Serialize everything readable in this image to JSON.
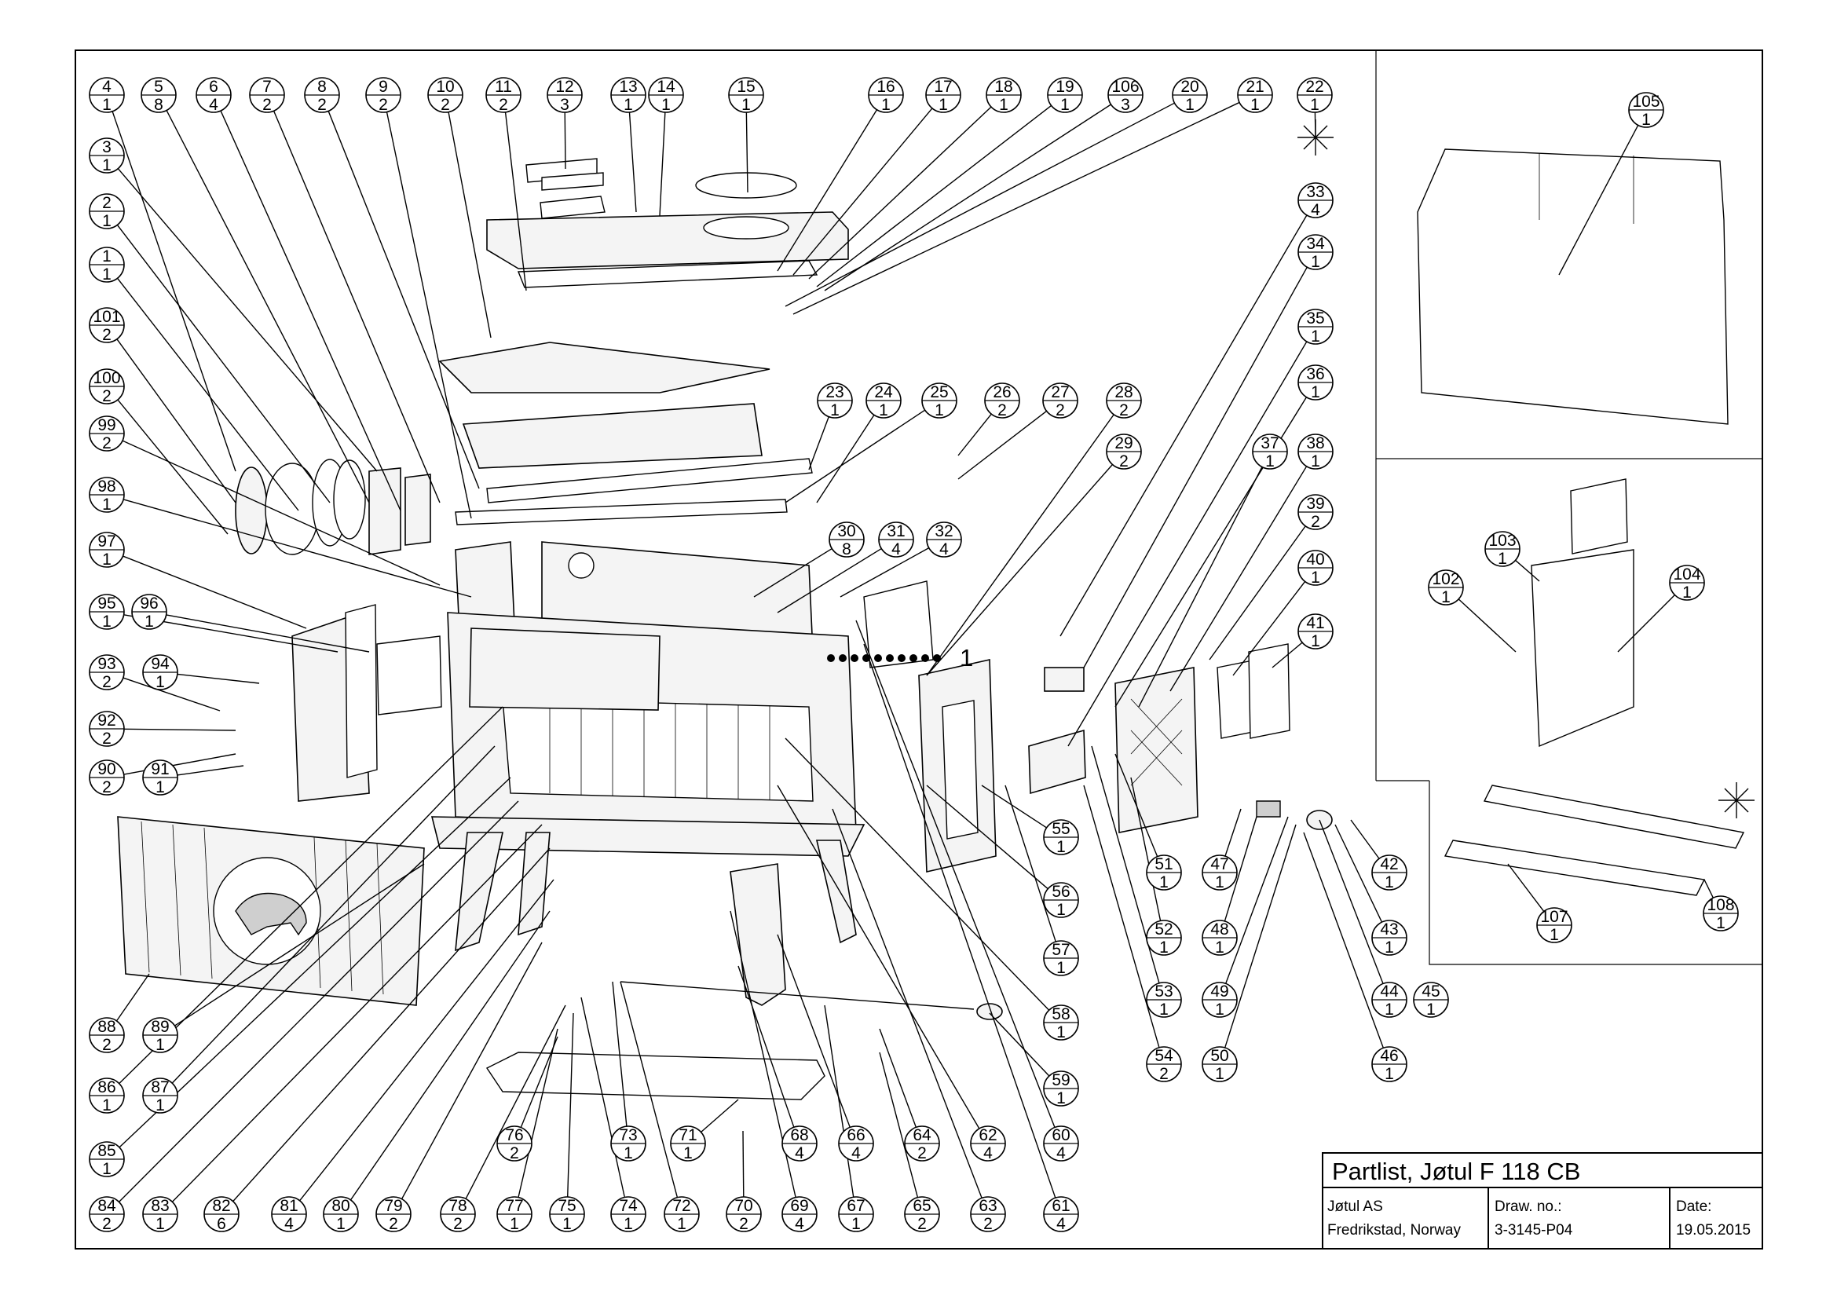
{
  "title_block": {
    "title": "Partlist, Jøtul F  118 CB",
    "company": "Jøtul AS",
    "location": "Fredrikstad, Norway",
    "drawing_number_label": "Draw. no.:",
    "drawing_number": "3-3145-P04",
    "date_label": "Date:",
    "date": "19.05.2015"
  },
  "assembly_marker": "1",
  "balloons": [
    {
      "num": "4",
      "qty": "1"
    },
    {
      "num": "5",
      "qty": "8"
    },
    {
      "num": "6",
      "qty": "4"
    },
    {
      "num": "7",
      "qty": "2"
    },
    {
      "num": "8",
      "qty": "2"
    },
    {
      "num": "9",
      "qty": "2"
    },
    {
      "num": "10",
      "qty": "2"
    },
    {
      "num": "11",
      "qty": "2"
    },
    {
      "num": "12",
      "qty": "3"
    },
    {
      "num": "13",
      "qty": "1"
    },
    {
      "num": "14",
      "qty": "1"
    },
    {
      "num": "15",
      "qty": "1"
    },
    {
      "num": "16",
      "qty": "1"
    },
    {
      "num": "17",
      "qty": "1"
    },
    {
      "num": "18",
      "qty": "1"
    },
    {
      "num": "19",
      "qty": "1"
    },
    {
      "num": "106",
      "qty": "3"
    },
    {
      "num": "20",
      "qty": "1"
    },
    {
      "num": "21",
      "qty": "1"
    },
    {
      "num": "22",
      "qty": "1"
    },
    {
      "num": "3",
      "qty": "1"
    },
    {
      "num": "2",
      "qty": "1"
    },
    {
      "num": "1",
      "qty": "1"
    },
    {
      "num": "101",
      "qty": "2"
    },
    {
      "num": "100",
      "qty": "2"
    },
    {
      "num": "99",
      "qty": "2"
    },
    {
      "num": "98",
      "qty": "1"
    },
    {
      "num": "97",
      "qty": "1"
    },
    {
      "num": "95",
      "qty": "1"
    },
    {
      "num": "96",
      "qty": "1"
    },
    {
      "num": "93",
      "qty": "2"
    },
    {
      "num": "94",
      "qty": "1"
    },
    {
      "num": "92",
      "qty": "2"
    },
    {
      "num": "90",
      "qty": "2"
    },
    {
      "num": "91",
      "qty": "1"
    },
    {
      "num": "88",
      "qty": "2"
    },
    {
      "num": "89",
      "qty": "1"
    },
    {
      "num": "86",
      "qty": "1"
    },
    {
      "num": "87",
      "qty": "1"
    },
    {
      "num": "85",
      "qty": "1"
    },
    {
      "num": "84",
      "qty": "2"
    },
    {
      "num": "83",
      "qty": "1"
    },
    {
      "num": "82",
      "qty": "6"
    },
    {
      "num": "81",
      "qty": "4"
    },
    {
      "num": "80",
      "qty": "1"
    },
    {
      "num": "79",
      "qty": "2"
    },
    {
      "num": "78",
      "qty": "2"
    },
    {
      "num": "77",
      "qty": "1"
    },
    {
      "num": "75",
      "qty": "1"
    },
    {
      "num": "74",
      "qty": "1"
    },
    {
      "num": "72",
      "qty": "1"
    },
    {
      "num": "70",
      "qty": "2"
    },
    {
      "num": "69",
      "qty": "4"
    },
    {
      "num": "67",
      "qty": "1"
    },
    {
      "num": "65",
      "qty": "2"
    },
    {
      "num": "63",
      "qty": "2"
    },
    {
      "num": "61",
      "qty": "4"
    },
    {
      "num": "76",
      "qty": "2"
    },
    {
      "num": "73",
      "qty": "1"
    },
    {
      "num": "71",
      "qty": "1"
    },
    {
      "num": "68",
      "qty": "4"
    },
    {
      "num": "66",
      "qty": "4"
    },
    {
      "num": "64",
      "qty": "2"
    },
    {
      "num": "62",
      "qty": "4"
    },
    {
      "num": "60",
      "qty": "4"
    },
    {
      "num": "59",
      "qty": "1"
    },
    {
      "num": "58",
      "qty": "1"
    },
    {
      "num": "57",
      "qty": "1"
    },
    {
      "num": "56",
      "qty": "1"
    },
    {
      "num": "55",
      "qty": "1"
    },
    {
      "num": "23",
      "qty": "1"
    },
    {
      "num": "24",
      "qty": "1"
    },
    {
      "num": "25",
      "qty": "1"
    },
    {
      "num": "26",
      "qty": "2"
    },
    {
      "num": "27",
      "qty": "2"
    },
    {
      "num": "28",
      "qty": "2"
    },
    {
      "num": "29",
      "qty": "2"
    },
    {
      "num": "30",
      "qty": "8"
    },
    {
      "num": "31",
      "qty": "4"
    },
    {
      "num": "32",
      "qty": "4"
    },
    {
      "num": "33",
      "qty": "4"
    },
    {
      "num": "34",
      "qty": "1"
    },
    {
      "num": "35",
      "qty": "1"
    },
    {
      "num": "36",
      "qty": "1"
    },
    {
      "num": "37",
      "qty": "1"
    },
    {
      "num": "38",
      "qty": "1"
    },
    {
      "num": "39",
      "qty": "2"
    },
    {
      "num": "40",
      "qty": "1"
    },
    {
      "num": "41",
      "qty": "1"
    },
    {
      "num": "51",
      "qty": "1"
    },
    {
      "num": "47",
      "qty": "1"
    },
    {
      "num": "42",
      "qty": "1"
    },
    {
      "num": "52",
      "qty": "1"
    },
    {
      "num": "48",
      "qty": "1"
    },
    {
      "num": "43",
      "qty": "1"
    },
    {
      "num": "53",
      "qty": "1"
    },
    {
      "num": "49",
      "qty": "1"
    },
    {
      "num": "44",
      "qty": "1"
    },
    {
      "num": "45",
      "qty": "1"
    },
    {
      "num": "54",
      "qty": "2"
    },
    {
      "num": "50",
      "qty": "1"
    },
    {
      "num": "46",
      "qty": "1"
    },
    {
      "num": "105",
      "qty": "1"
    },
    {
      "num": "103",
      "qty": "1"
    },
    {
      "num": "102",
      "qty": "1"
    },
    {
      "num": "104",
      "qty": "1"
    },
    {
      "num": "107",
      "qty": "1"
    },
    {
      "num": "108",
      "qty": "1"
    }
  ]
}
